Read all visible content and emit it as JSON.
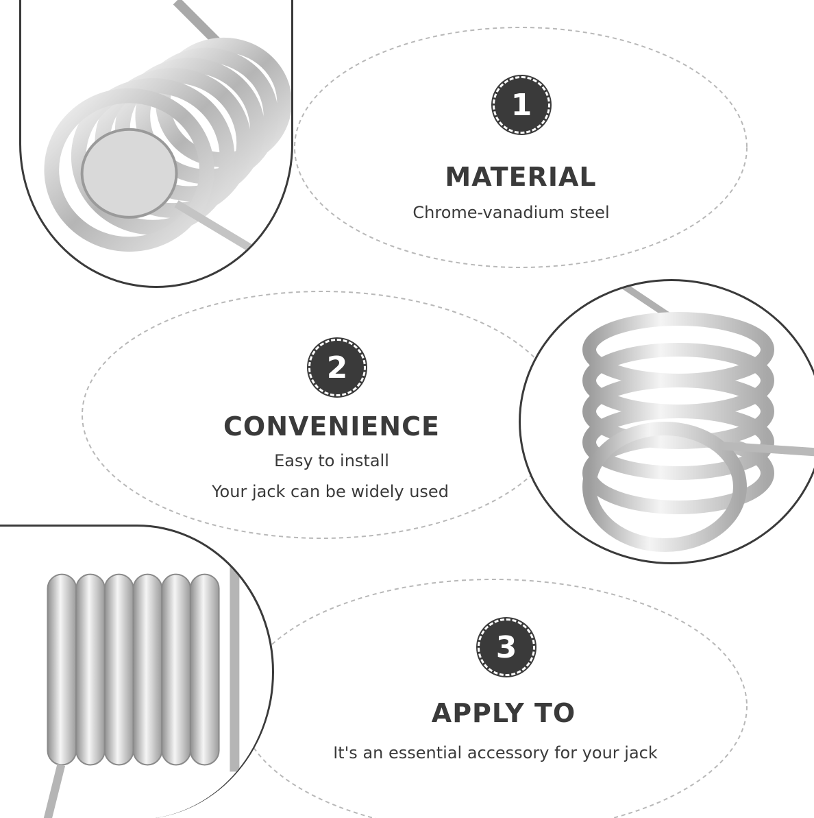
{
  "features": [
    {
      "number": "1",
      "title": "MATERIAL",
      "lines": [
        "Chrome-vanadium steel"
      ]
    },
    {
      "number": "2",
      "title": "CONVENIENCE",
      "lines": [
        "Easy to install",
        "Your jack can be widely used"
      ]
    },
    {
      "number": "3",
      "title": "APPLY TO",
      "lines": [
        "It's an essential accessory for your jack"
      ]
    }
  ],
  "colors": {
    "text": "#3a3a3a",
    "badge": "#3a3a3a",
    "outline": "#b8b8b8",
    "steel_light": "#f2f2f2",
    "steel_dark": "#8e8e8e"
  },
  "icons": [
    "spring-coil-photo",
    "dashed-ellipse-outline"
  ]
}
